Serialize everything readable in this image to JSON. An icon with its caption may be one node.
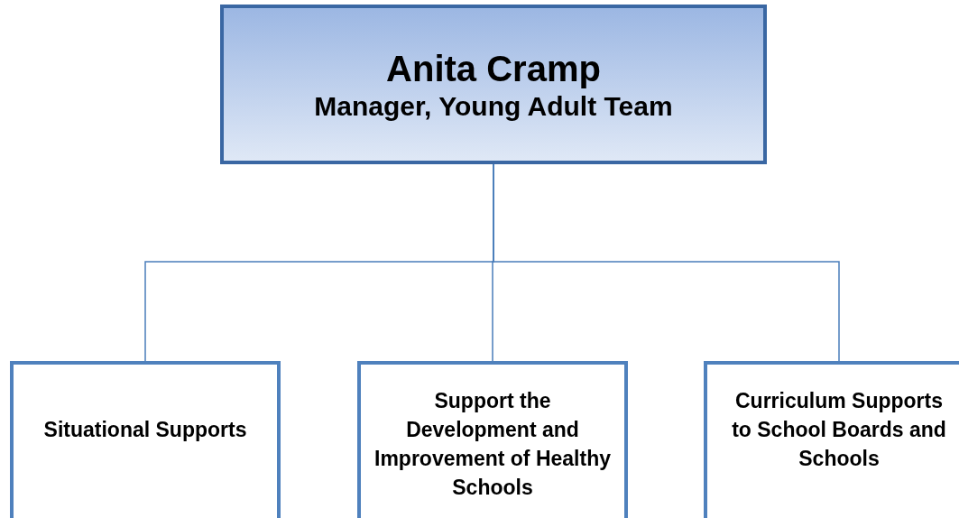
{
  "diagram": {
    "nodes": [
      {
        "text": [
          "Anita Cramp",
          "Manager, Young Adult Team"
        ]
      },
      {
        "text": [
          "Situational Supports"
        ]
      },
      {
        "text": [
          "Support the Development and Improvement of Healthy Schools"
        ]
      },
      {
        "text": [
          "Curriculum Supports to School Boards and Schools"
        ]
      }
    ],
    "edges": [
      {
        "from": 0,
        "to": 1,
        "arrow": "none"
      },
      {
        "from": 0,
        "to": 2,
        "arrow": "none"
      },
      {
        "from": 0,
        "to": 3,
        "arrow": "none"
      }
    ]
  }
}
